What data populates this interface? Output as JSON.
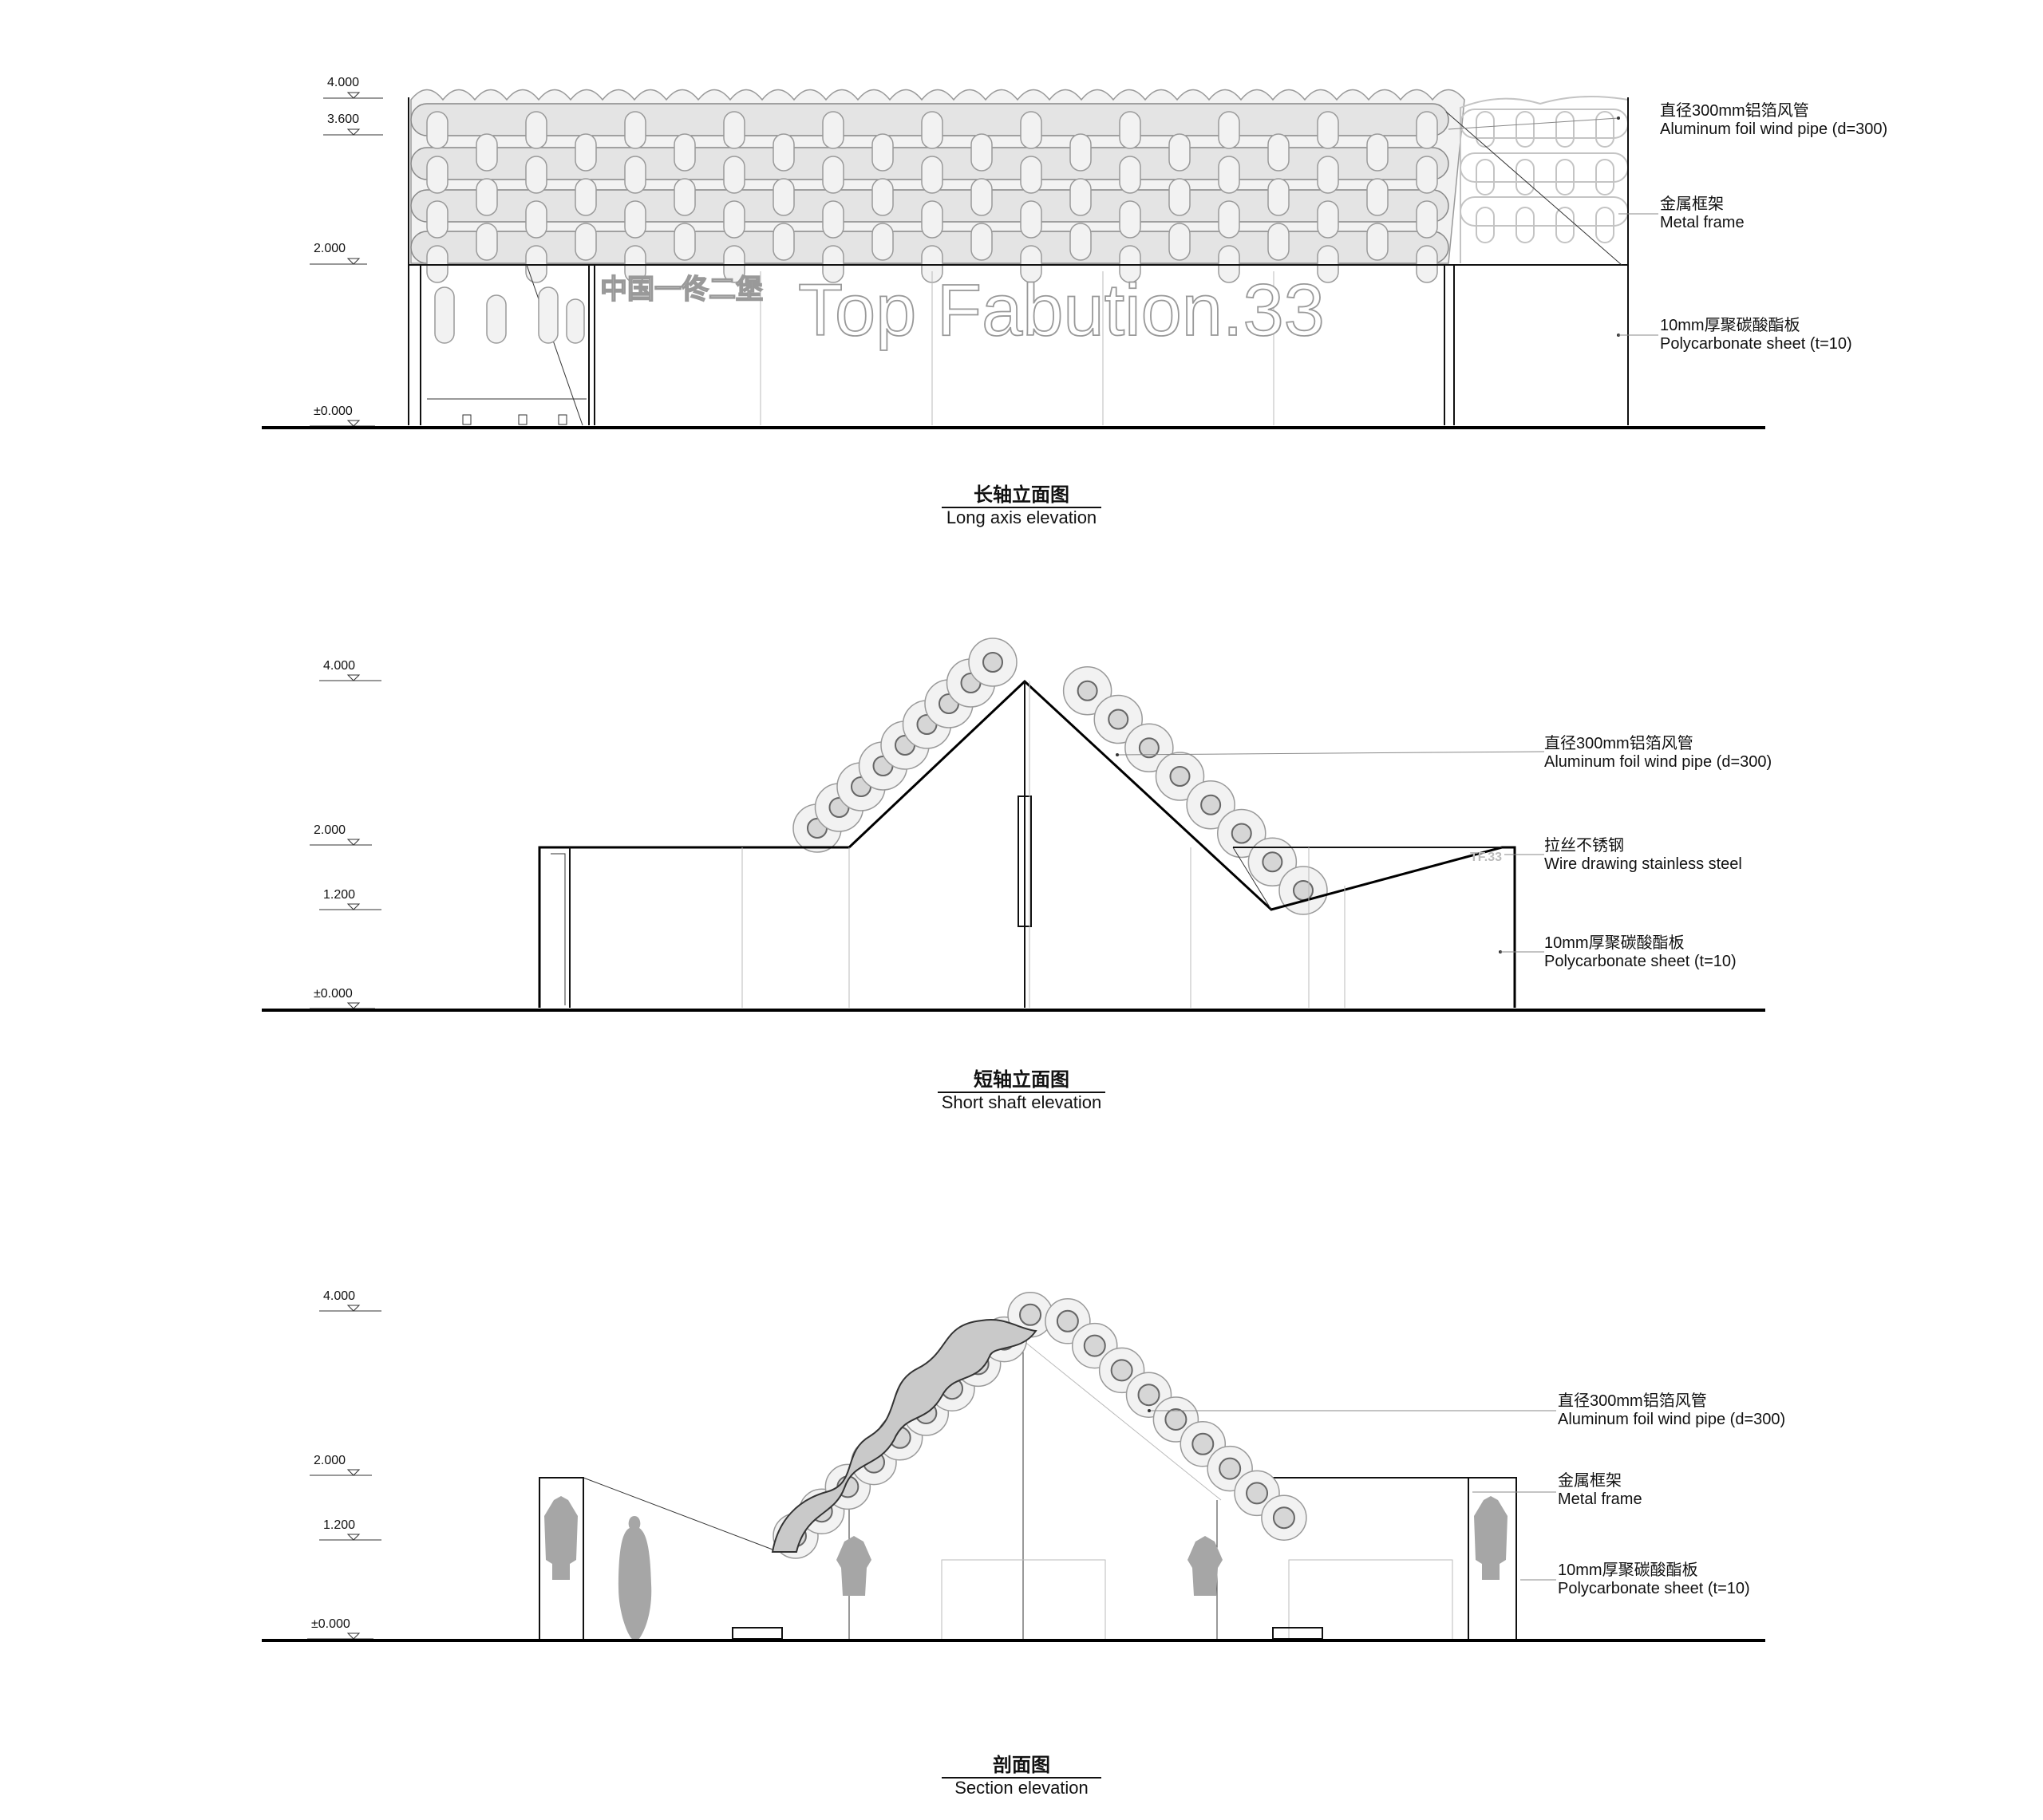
{
  "views": [
    {
      "id": "long-axis",
      "title_cn": "长轴立面图",
      "title_en": "Long axis elevation",
      "levels": [
        "4.000",
        "3.600",
        "2.000",
        "±0.000"
      ],
      "signage": {
        "cn": "中国一佟二堡",
        "en": "Top Fabution.33"
      },
      "annotations": [
        {
          "cn": "直径300mm铝箔风管",
          "en": "Aluminum foil wind pipe (d=300)"
        },
        {
          "cn": "金属框架",
          "en": "Metal frame"
        },
        {
          "cn": "10mm厚聚碳酸酯板",
          "en": "Polycarbonate sheet (t=10)"
        }
      ]
    },
    {
      "id": "short-shaft",
      "title_cn": "短轴立面图",
      "title_en": "Short shaft elevation",
      "levels": [
        "4.000",
        "2.000",
        "1.200",
        "±0.000"
      ],
      "signage": {
        "en": "TF.33"
      },
      "annotations": [
        {
          "cn": "直径300mm铝箔风管",
          "en": "Aluminum foil wind pipe (d=300)"
        },
        {
          "cn": "拉丝不锈钢",
          "en": "Wire drawing stainless steel"
        },
        {
          "cn": "10mm厚聚碳酸酯板",
          "en": "Polycarbonate sheet (t=10)"
        }
      ]
    },
    {
      "id": "section",
      "title_cn": "剖面图",
      "title_en": "Section elevation",
      "levels": [
        "4.000",
        "2.000",
        "1.200",
        "±0.000"
      ],
      "annotations": [
        {
          "cn": "直径300mm铝箔风管",
          "en": "Aluminum foil wind pipe (d=300)"
        },
        {
          "cn": "金属框架",
          "en": "Metal frame"
        },
        {
          "cn": "10mm厚聚碳酸酯板",
          "en": "Polycarbonate sheet (t=10)"
        }
      ]
    }
  ],
  "colors": {
    "line": "#111111",
    "leader": "#888888",
    "pipe_fill": "#f2f2f2",
    "pipe_stroke": "#9a9a9a",
    "figure": "#a6a6a6"
  }
}
